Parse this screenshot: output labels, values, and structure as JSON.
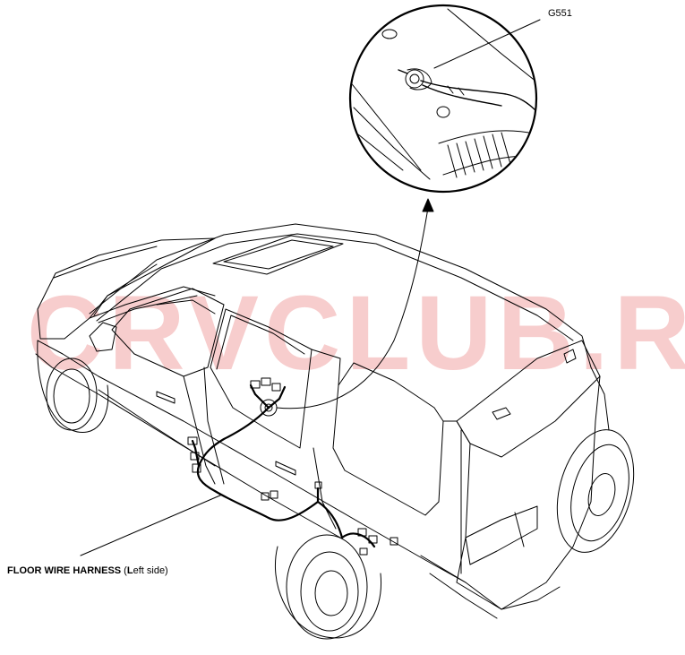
{
  "watermark": {
    "text": "CRVCLUB.RU",
    "color": "#f7cdcd"
  },
  "callouts": {
    "ground": "G551",
    "harness_bold": "FLOOR WIRE HARNESS",
    "harness_paren_open": " (",
    "harness_paren_L": "L",
    "harness_paren_rest": "eft side)"
  },
  "colors": {
    "line": "#000000",
    "background": "#ffffff"
  }
}
